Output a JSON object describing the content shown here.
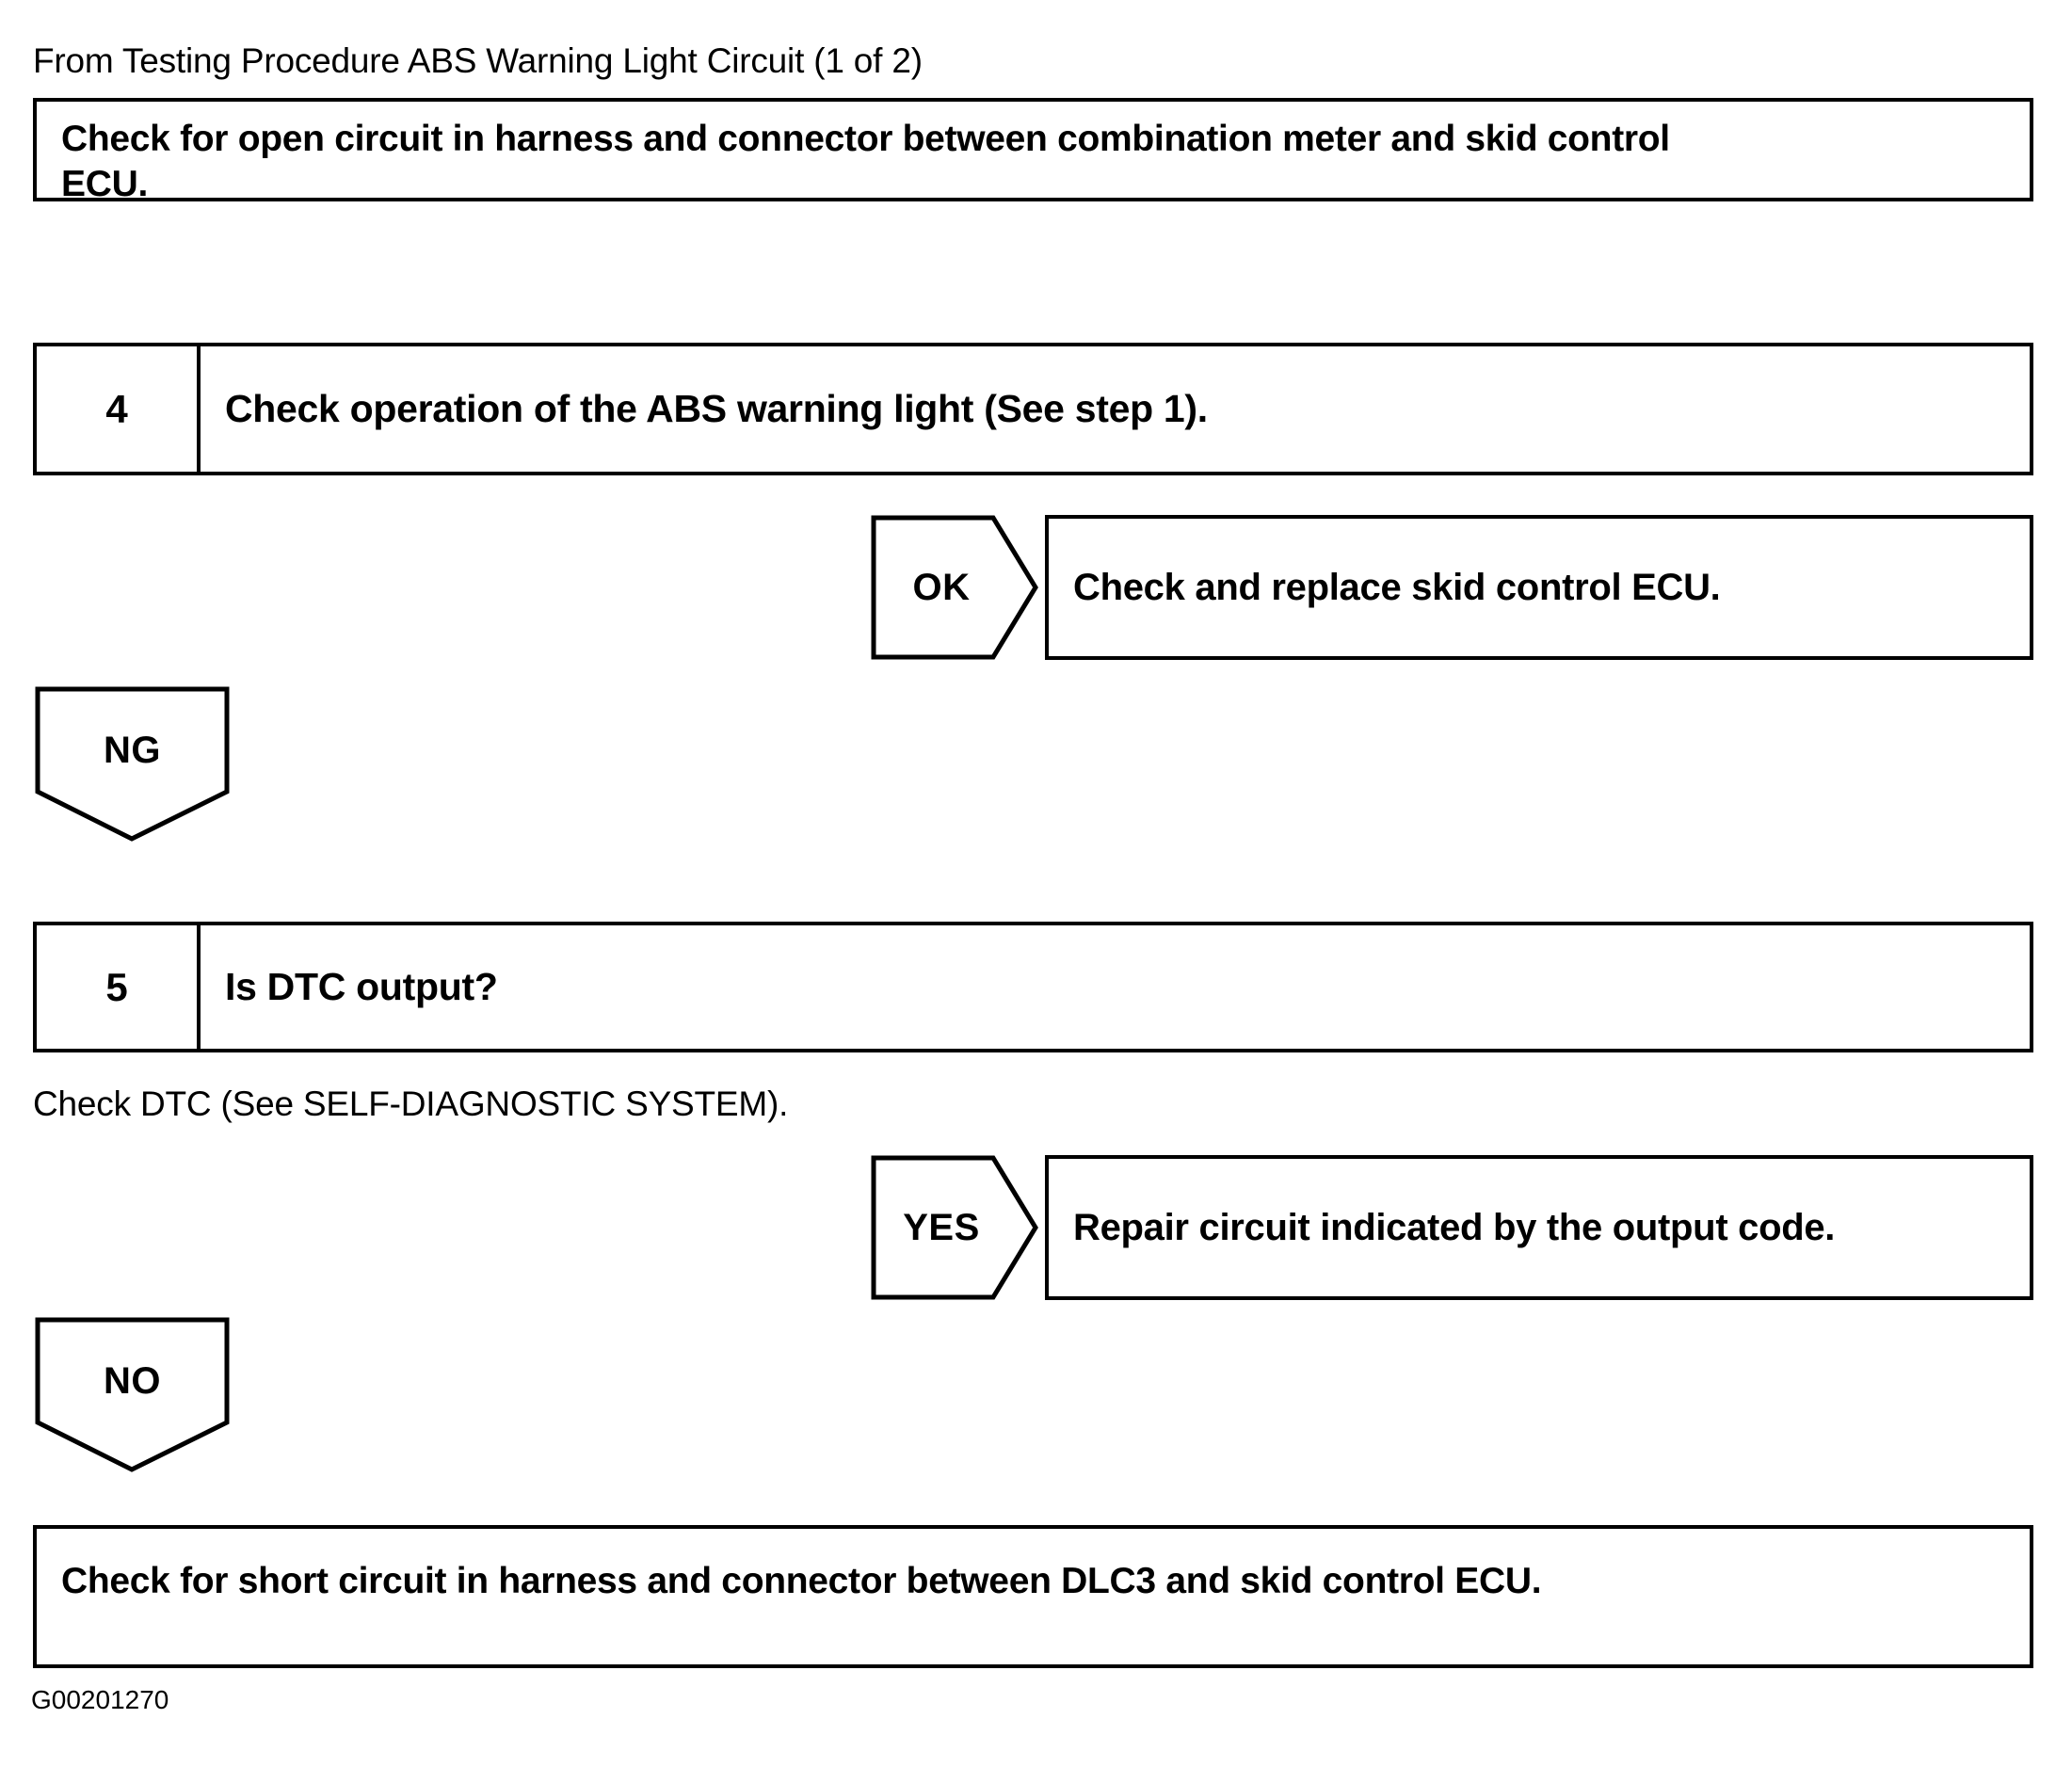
{
  "page": {
    "header_note": "From Testing Procedure ABS Warning Light Circuit (1 of 2)",
    "footer_code": "G00201270",
    "stroke_color": "#000000",
    "background_color": "#ffffff"
  },
  "flow": {
    "instruction_box_top": {
      "line1": "Check for open circuit in harness and connector between combination meter and skid control",
      "line2": "ECU."
    },
    "step4": {
      "number": "4",
      "text": "Check operation of the ABS warning light (See step 1)."
    },
    "step4_ok_branch": {
      "judgement": "OK",
      "result": "Check and replace skid control ECU."
    },
    "step4_ng_branch": {
      "judgement": "NG"
    },
    "step5": {
      "number": "5",
      "text": "Is DTC output?"
    },
    "step5_note": "Check DTC (See SELF-DIAGNOSTIC SYSTEM).",
    "step5_yes_branch": {
      "judgement": "YES",
      "result": "Repair circuit indicated by the output code."
    },
    "step5_no_branch": {
      "judgement": "NO"
    },
    "instruction_box_bottom": {
      "line1": "Check for short circuit in harness and connector between DLC3 and skid control ECU."
    }
  }
}
